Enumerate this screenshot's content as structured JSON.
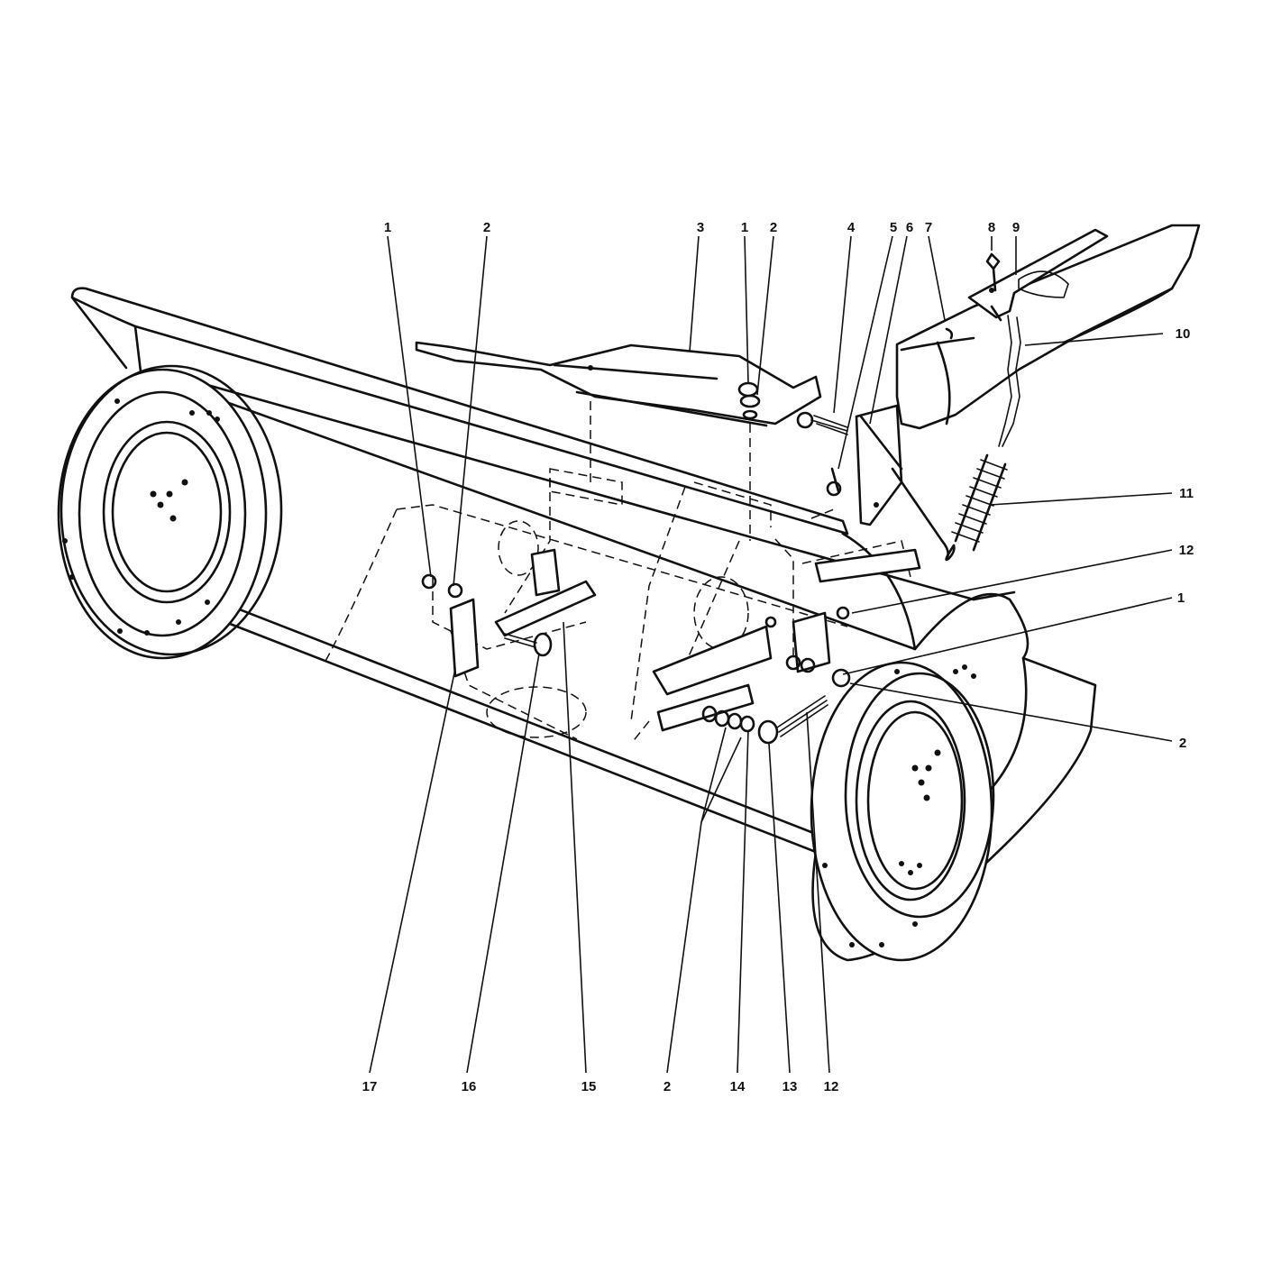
{
  "callouts": {
    "c_top_1a": "1",
    "c_top_2a": "2",
    "c_top_3": "3",
    "c_top_1b": "1",
    "c_top_2b": "2",
    "c_top_4": "4",
    "c_top_5": "5",
    "c_top_6": "6",
    "c_top_7": "7",
    "c_top_8": "8",
    "c_top_9": "9",
    "c_right_10": "10",
    "c_right_11": "11",
    "c_right_12": "12",
    "c_right_1": "1",
    "c_right_2": "2",
    "c_bot_17": "17",
    "c_bot_16": "16",
    "c_bot_15": "15",
    "c_bot_2": "2",
    "c_bot_14": "14",
    "c_bot_13": "13",
    "c_bot_12": "12"
  },
  "colors": {
    "ink": "#111111",
    "paper": "#ffffff"
  }
}
